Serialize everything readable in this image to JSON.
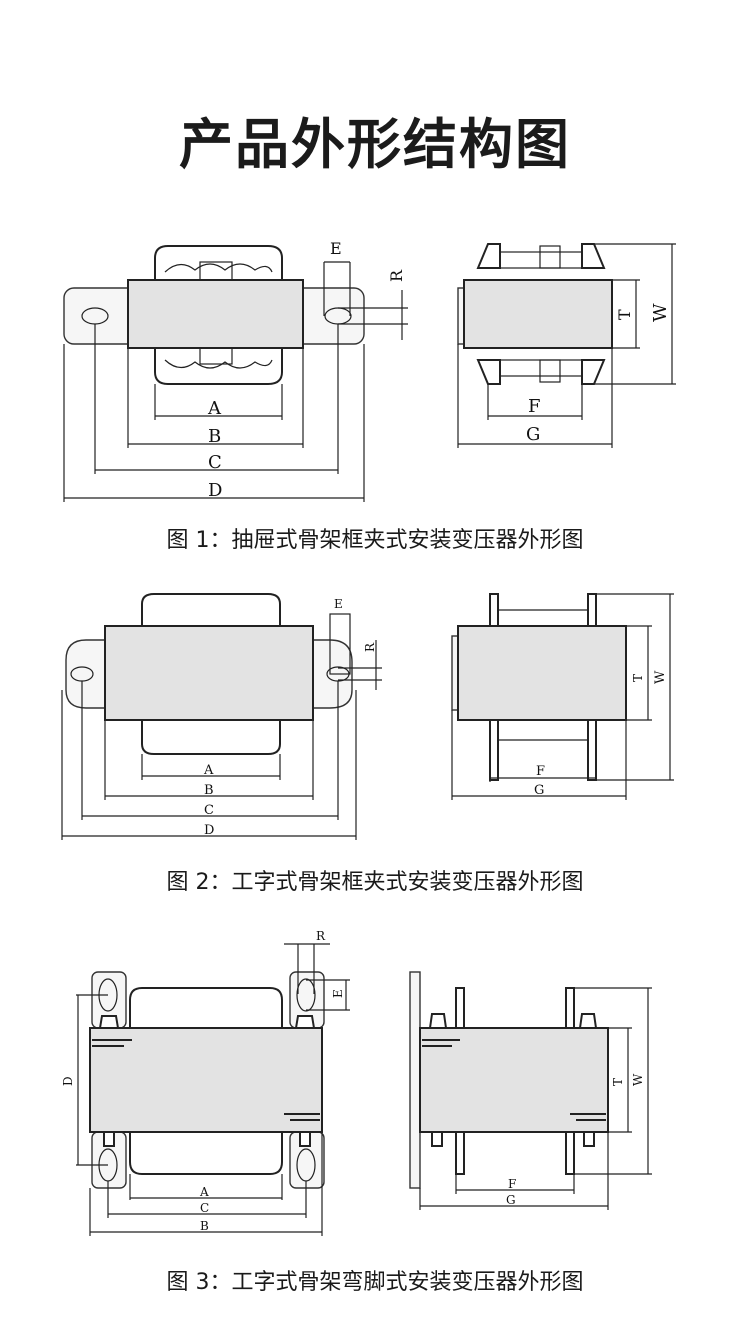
{
  "page": {
    "title": "产品外形结构图"
  },
  "figure1": {
    "caption": "图 1：抽屉式骨架框夹式安装变压器外形图",
    "labels": {
      "A": "A",
      "B": "B",
      "C": "C",
      "D": "D",
      "E": "E",
      "R": "R",
      "F": "F",
      "G": "G",
      "T": "T",
      "W": "W"
    }
  },
  "figure2": {
    "caption": "图 2：工字式骨架框夹式安装变压器外形图",
    "labels": {
      "A": "A",
      "B": "B",
      "C": "C",
      "D": "D",
      "E": "E",
      "R": "R",
      "F": "F",
      "G": "G",
      "T": "T",
      "W": "W"
    }
  },
  "figure3": {
    "caption": "图 3：工字式骨架弯脚式安装变压器外形图",
    "labels": {
      "A": "A",
      "B": "B",
      "C": "C",
      "D": "D",
      "E": "E",
      "R": "R",
      "F": "F",
      "G": "G",
      "T": "T",
      "W": "W"
    }
  }
}
